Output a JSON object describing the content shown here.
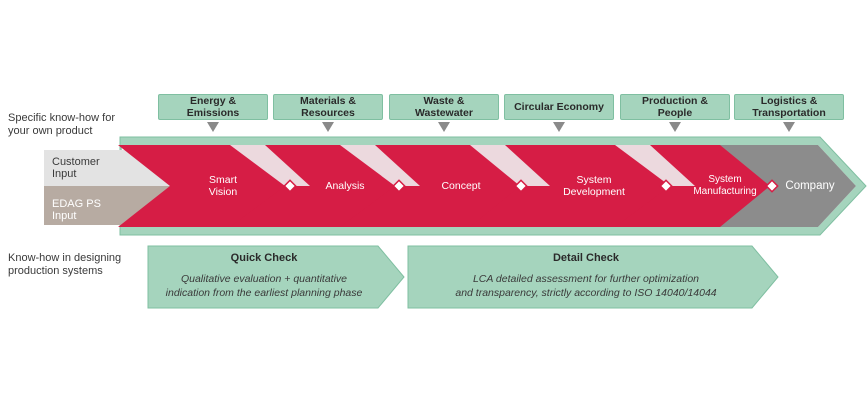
{
  "left_labels": {
    "product_knowhow": "Specific know-how for\nyour own product",
    "production_knowhow": "Know-how in designing\nproduction systems"
  },
  "topics": [
    {
      "label": "Energy &\nEmissions"
    },
    {
      "label": "Materials &\nResources"
    },
    {
      "label": "Waste &\nWastewater"
    },
    {
      "label": "Circular Economy"
    },
    {
      "label": "Production &\nPeople"
    },
    {
      "label": "Logistics &\nTransportation"
    }
  ],
  "inputs": {
    "customer": "Customer\nInput",
    "edag": "EDAG PS\nInput"
  },
  "stages": [
    {
      "label": "Smart\nVision"
    },
    {
      "label": "Analysis"
    },
    {
      "label": "Concept"
    },
    {
      "label": "System\nDevelopment"
    },
    {
      "label": "System\nManufacturing"
    }
  ],
  "final_stage": {
    "label": "Company"
  },
  "checks": [
    {
      "title": "Quick Check",
      "description": "Qualitative evaluation + quantitative\nindication from the earliest planning phase"
    },
    {
      "title": "Detail Check",
      "description": "LCA detailed assessment for further optimization\nand transparency, strictly according to ISO 14040/14044"
    }
  ],
  "colors": {
    "teal_fill": "#a5d4bd",
    "teal_border": "#7fbfa1",
    "crimson": "#d61d45",
    "customer_gray": "#e3e3e3",
    "edag_taupe": "#b7aba2",
    "company_gray": "#8c8c8c",
    "arrow_gray": "#8a8a8a"
  }
}
